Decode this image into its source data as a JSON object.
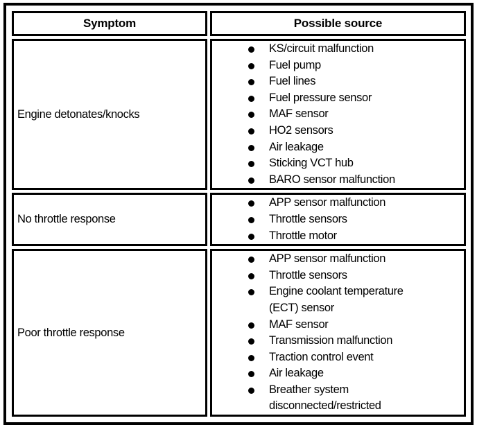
{
  "document": {
    "type": "diagnostic-symptom-chart",
    "table": {
      "headers": {
        "symptom": "Symptom",
        "possible_source": "Possible source"
      },
      "rows": [
        {
          "symptom": "Engine detonates/knocks",
          "possible_sources": [
            "KS/circuit malfunction",
            "Fuel pump",
            "Fuel lines",
            "Fuel pressure sensor",
            "MAF sensor",
            "HO2 sensors",
            "Air leakage",
            "Sticking VCT hub",
            "BARO sensor malfunction"
          ]
        },
        {
          "symptom": "No throttle response",
          "possible_sources": [
            "APP sensor malfunction",
            "Throttle sensors",
            "Throttle motor"
          ]
        },
        {
          "symptom": "Poor throttle response",
          "possible_sources": [
            "APP sensor malfunction",
            "Throttle sensors",
            "Engine coolant temperature\n(ECT) sensor",
            "MAF sensor",
            "Transmission malfunction",
            "Traction control event",
            "Air leakage",
            "Breather system\ndisconnected/restricted"
          ]
        }
      ]
    },
    "style": {
      "text_color": "#000000",
      "background_color": "#ffffff",
      "rule_color": "#000000",
      "bullet_glyph": "filled-round-bullet"
    }
  }
}
